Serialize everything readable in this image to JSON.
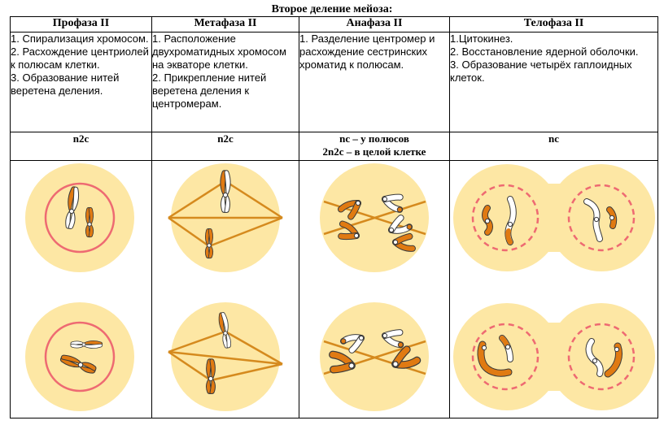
{
  "title": "Второе деление мейоза:",
  "colors": {
    "cell_fill": "#FDE7A4",
    "nucleus_line": "#EE6A72",
    "spindle": "#D58A1E",
    "chromosome_orange": "#E07A12",
    "chromosome_white": "#FFFFFF",
    "outline": "#3A3A3A"
  },
  "phases": [
    {
      "name": "Профаза II",
      "steps": [
        "1. Спирализация хромосом.",
        "2. Расхождение центриолей к полюсам клетки.",
        "3. Образование нитей веретена деления."
      ],
      "formula": [
        "n2c"
      ],
      "illustration": "prophase-cells"
    },
    {
      "name": "Метафаза II",
      "steps": [
        "1. Расположение двухроматидных хромосом на экваторе клетки.",
        "2. Прикрепление нитей веретена деления к центромерам."
      ],
      "formula": [
        "n2c"
      ],
      "illustration": "metaphase-cells"
    },
    {
      "name": "Анафаза II",
      "steps": [
        "1. Разделение центромер и расхождение сестринских хроматид к полюсам."
      ],
      "formula": [
        "nc – у полюсов",
        "2n2c – в целой клетке"
      ],
      "illustration": "anaphase-cells"
    },
    {
      "name": "Телофаза II",
      "steps": [
        "1.Цитокинез.",
        "2. Восстановление ядерной оболочки.",
        "3. Образование четырёх гаплоидных клеток."
      ],
      "formula": [
        "nc"
      ],
      "illustration": "telophase-cells"
    }
  ]
}
